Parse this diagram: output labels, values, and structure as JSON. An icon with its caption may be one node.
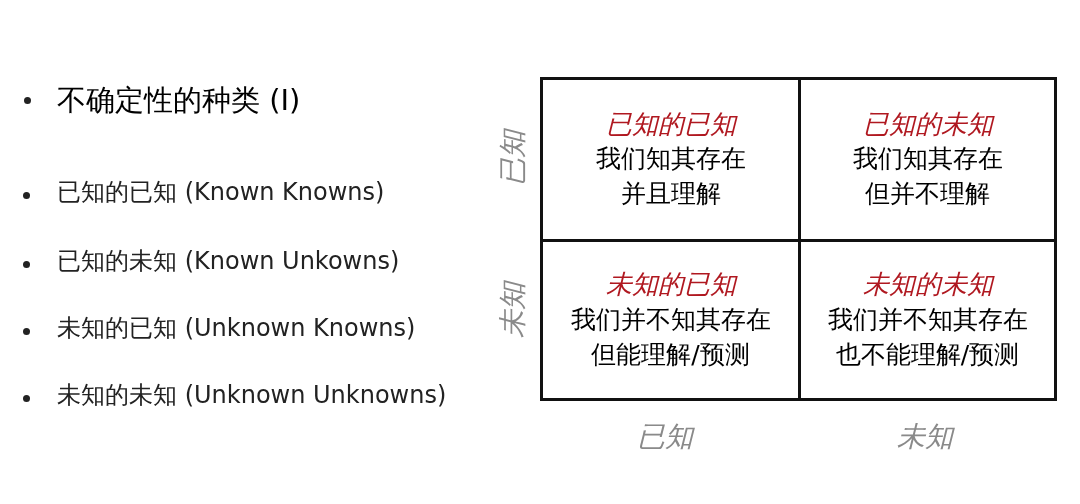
{
  "diagram": {
    "title": "不确定性的种类 (I)",
    "nodes": [
      {
        "text": [
          "已知的已知",
          "我们知其存在并且理解"
        ]
      },
      {
        "text": [
          "已知的未知",
          "我们知其存在但并不理解"
        ]
      },
      {
        "text": [
          "未知的已知",
          "我们并不知其存在但能理解/预测"
        ]
      },
      {
        "text": [
          "未知的未知",
          "我们并不知其存在也不能理解/预测"
        ]
      }
    ],
    "labels": [
      "已知的已知 (Known Knowns)",
      "已知的未知 (Known Unkowns)",
      "未知的已知 (Unknown Knowns)",
      "未知的未知 (Unknown Unknowns)",
      "已知",
      "未知",
      "已知",
      "未知"
    ]
  }
}
